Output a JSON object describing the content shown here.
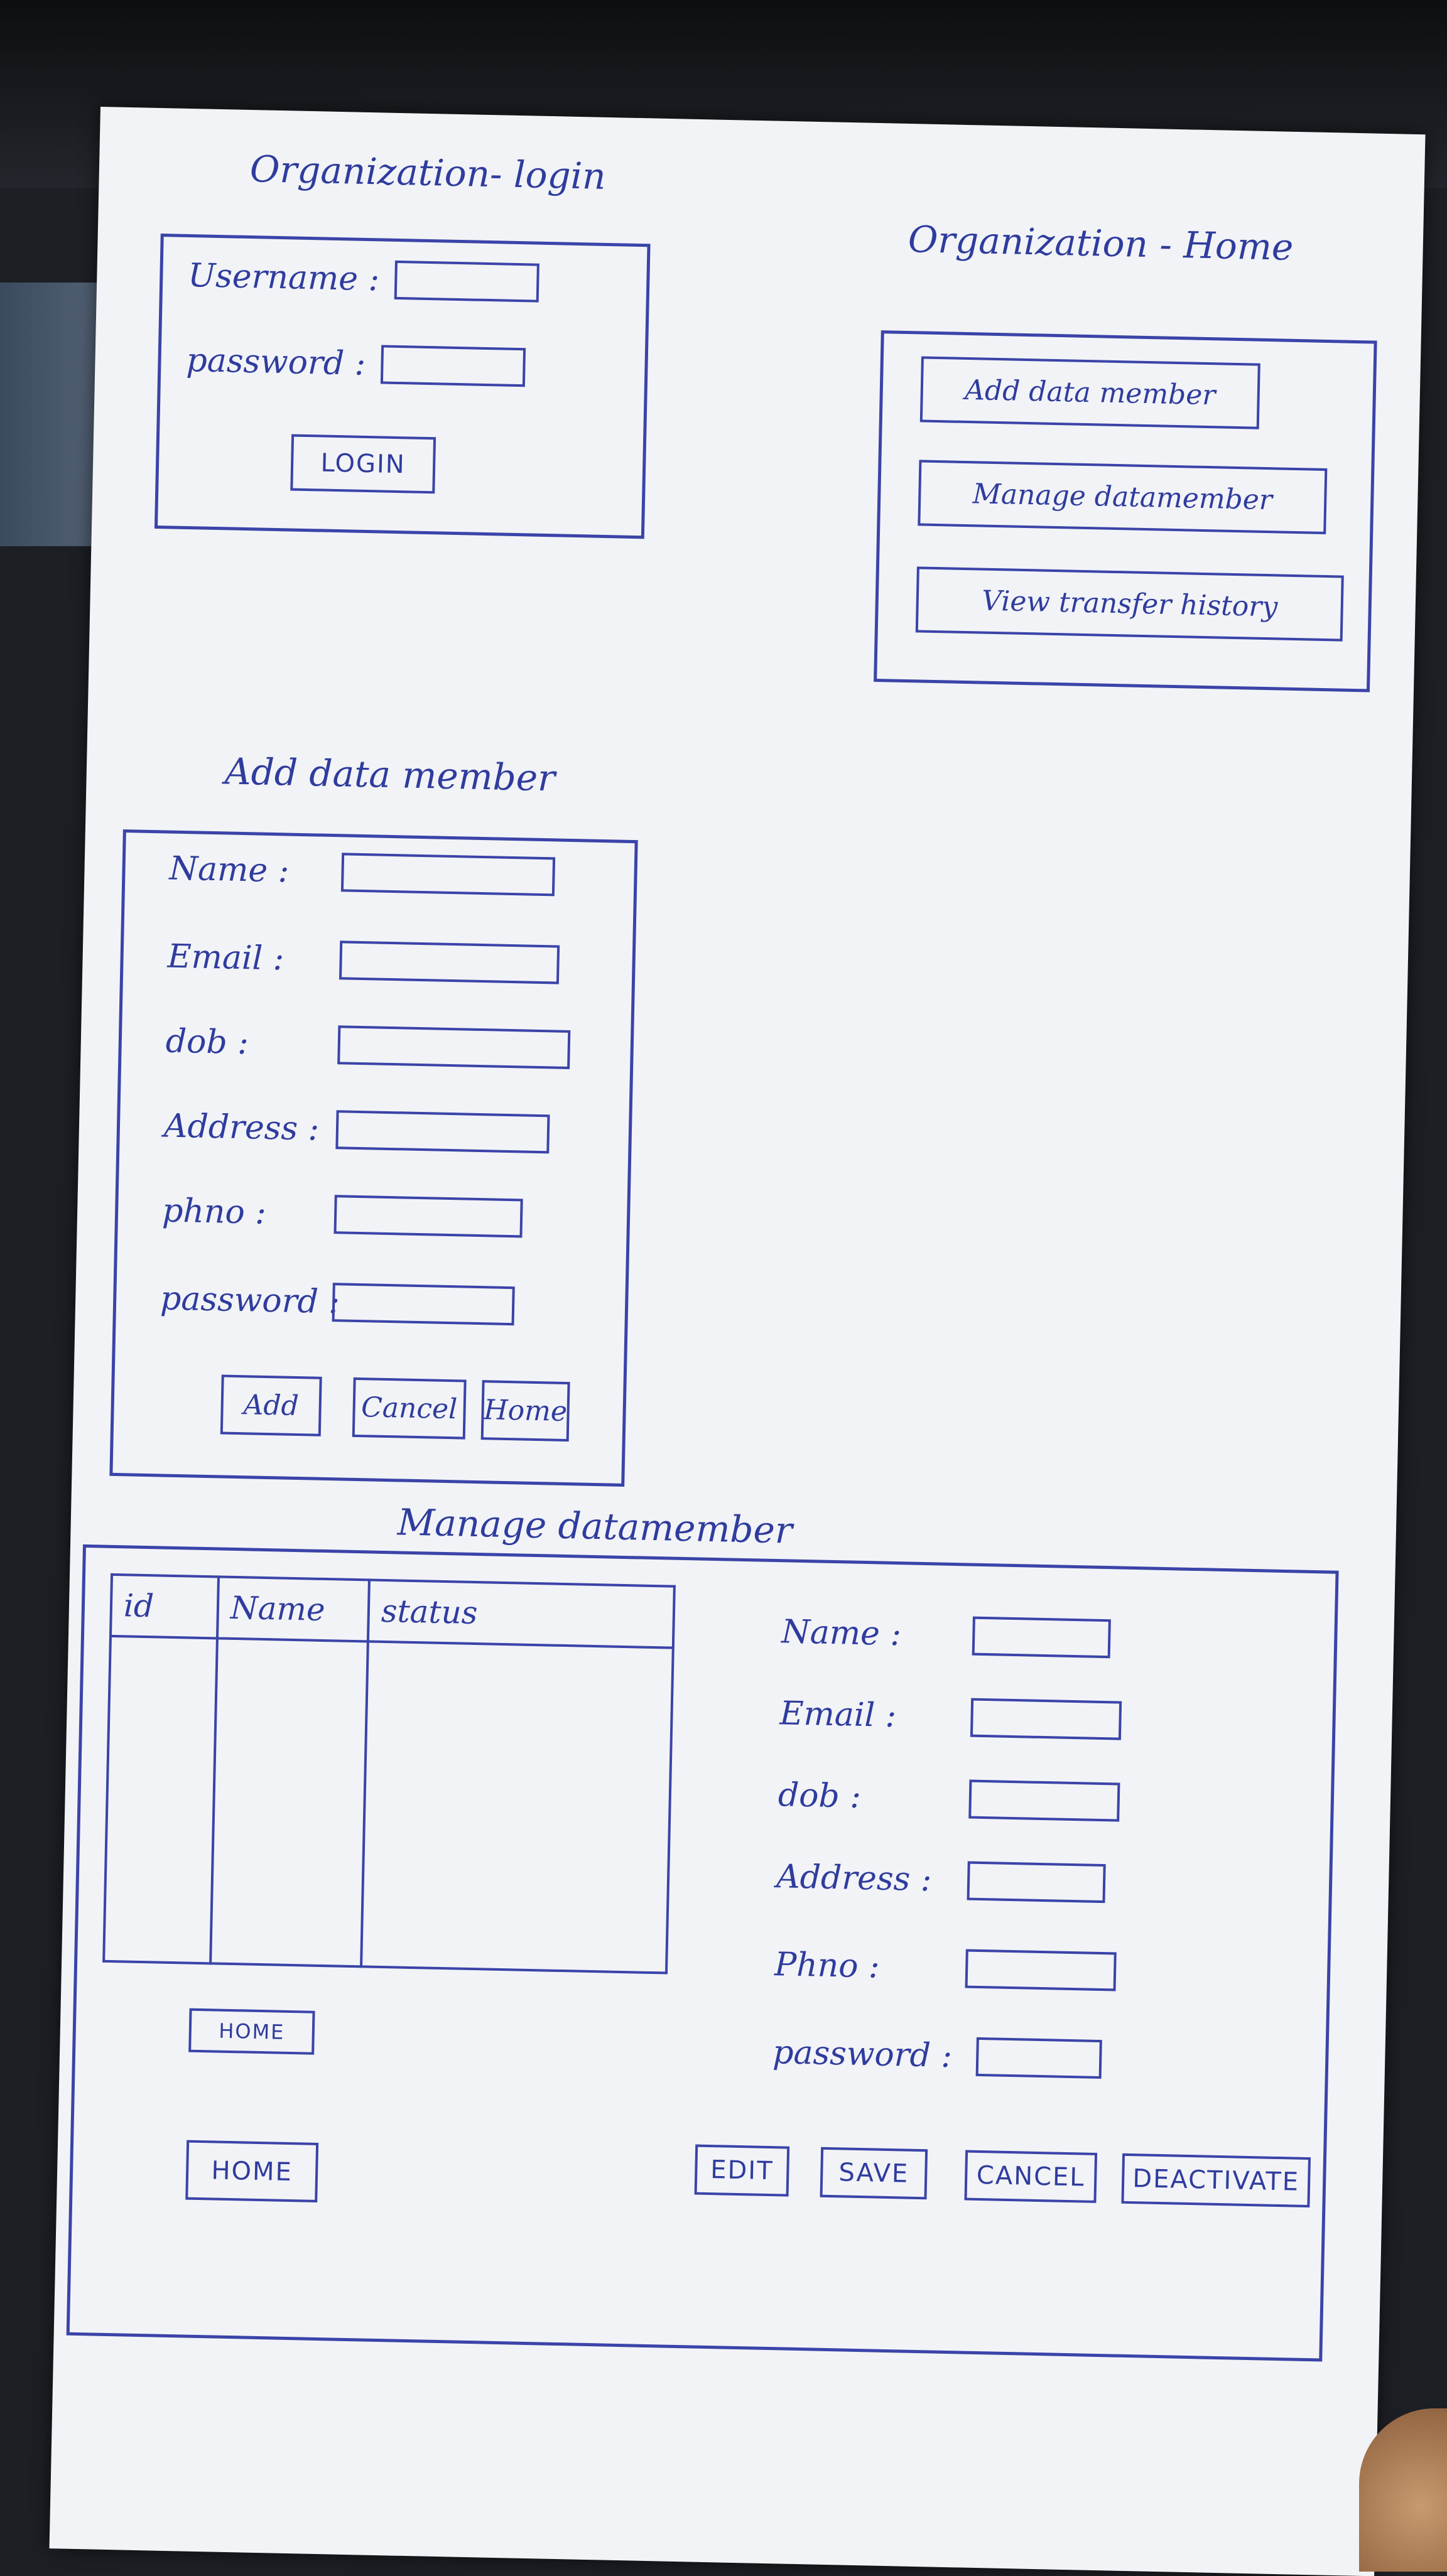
{
  "login": {
    "title": "Organization- login",
    "username_label": "Username :",
    "password_label": "password :",
    "login_button": "LOGIN"
  },
  "home": {
    "title": "Organization - Home",
    "buttons": [
      "Add data member",
      "Manage datamember",
      "View transfer history"
    ]
  },
  "add": {
    "title": "Add data member",
    "fields": [
      "Name :",
      "Email :",
      "dob :",
      "Address :",
      "phno :",
      "password :"
    ],
    "buttons": [
      "Add",
      "Cancel",
      "Home"
    ]
  },
  "manage": {
    "title": "Manage datamember",
    "table_headers": [
      "id",
      "Name",
      "status"
    ],
    "fields": [
      "Name :",
      "Email :",
      "dob :",
      "Address :",
      "Phno :",
      "password :"
    ],
    "home_buttons": [
      "HOME",
      "HOME"
    ],
    "action_buttons": [
      "EDIT",
      "SAVE",
      "CANCEL",
      "DEACTIVATE"
    ]
  }
}
